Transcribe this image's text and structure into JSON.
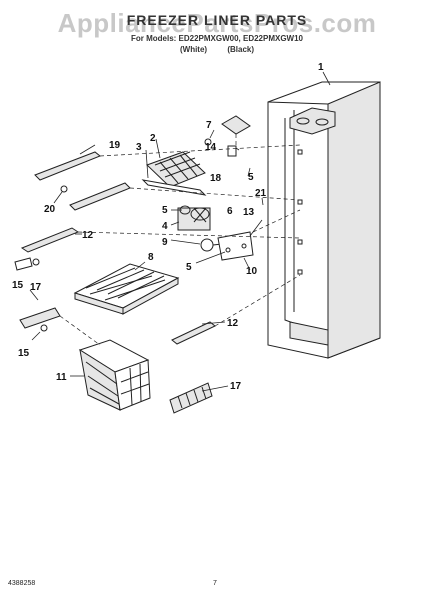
{
  "watermark": "AppliancePartsPros.com",
  "title": "FREEZER LINER PARTS",
  "models": "For Models: ED22PMXGW00, ED22PMXGW10",
  "variants": [
    "(White)",
    "(Black)"
  ],
  "callouts": {
    "c1": "1",
    "c2": "2",
    "c3": "3",
    "c4": "4",
    "c5a": "5",
    "c5b": "5",
    "c5c": "5",
    "c6": "6",
    "c7": "7",
    "c8": "8",
    "c9": "9",
    "c10": "10",
    "c11": "11",
    "c12a": "12",
    "c12b": "12",
    "c13": "13",
    "c14": "14",
    "c15a": "15",
    "c15b": "15",
    "c17a": "17",
    "c17b": "17",
    "c18": "18",
    "c19": "19",
    "c20": "20",
    "c21": "21"
  },
  "footer": {
    "code": "4388258",
    "page": "7"
  },
  "colors": {
    "line": "#222222",
    "watermark": "#c8c8c8",
    "shade": "#e6e6e6"
  }
}
